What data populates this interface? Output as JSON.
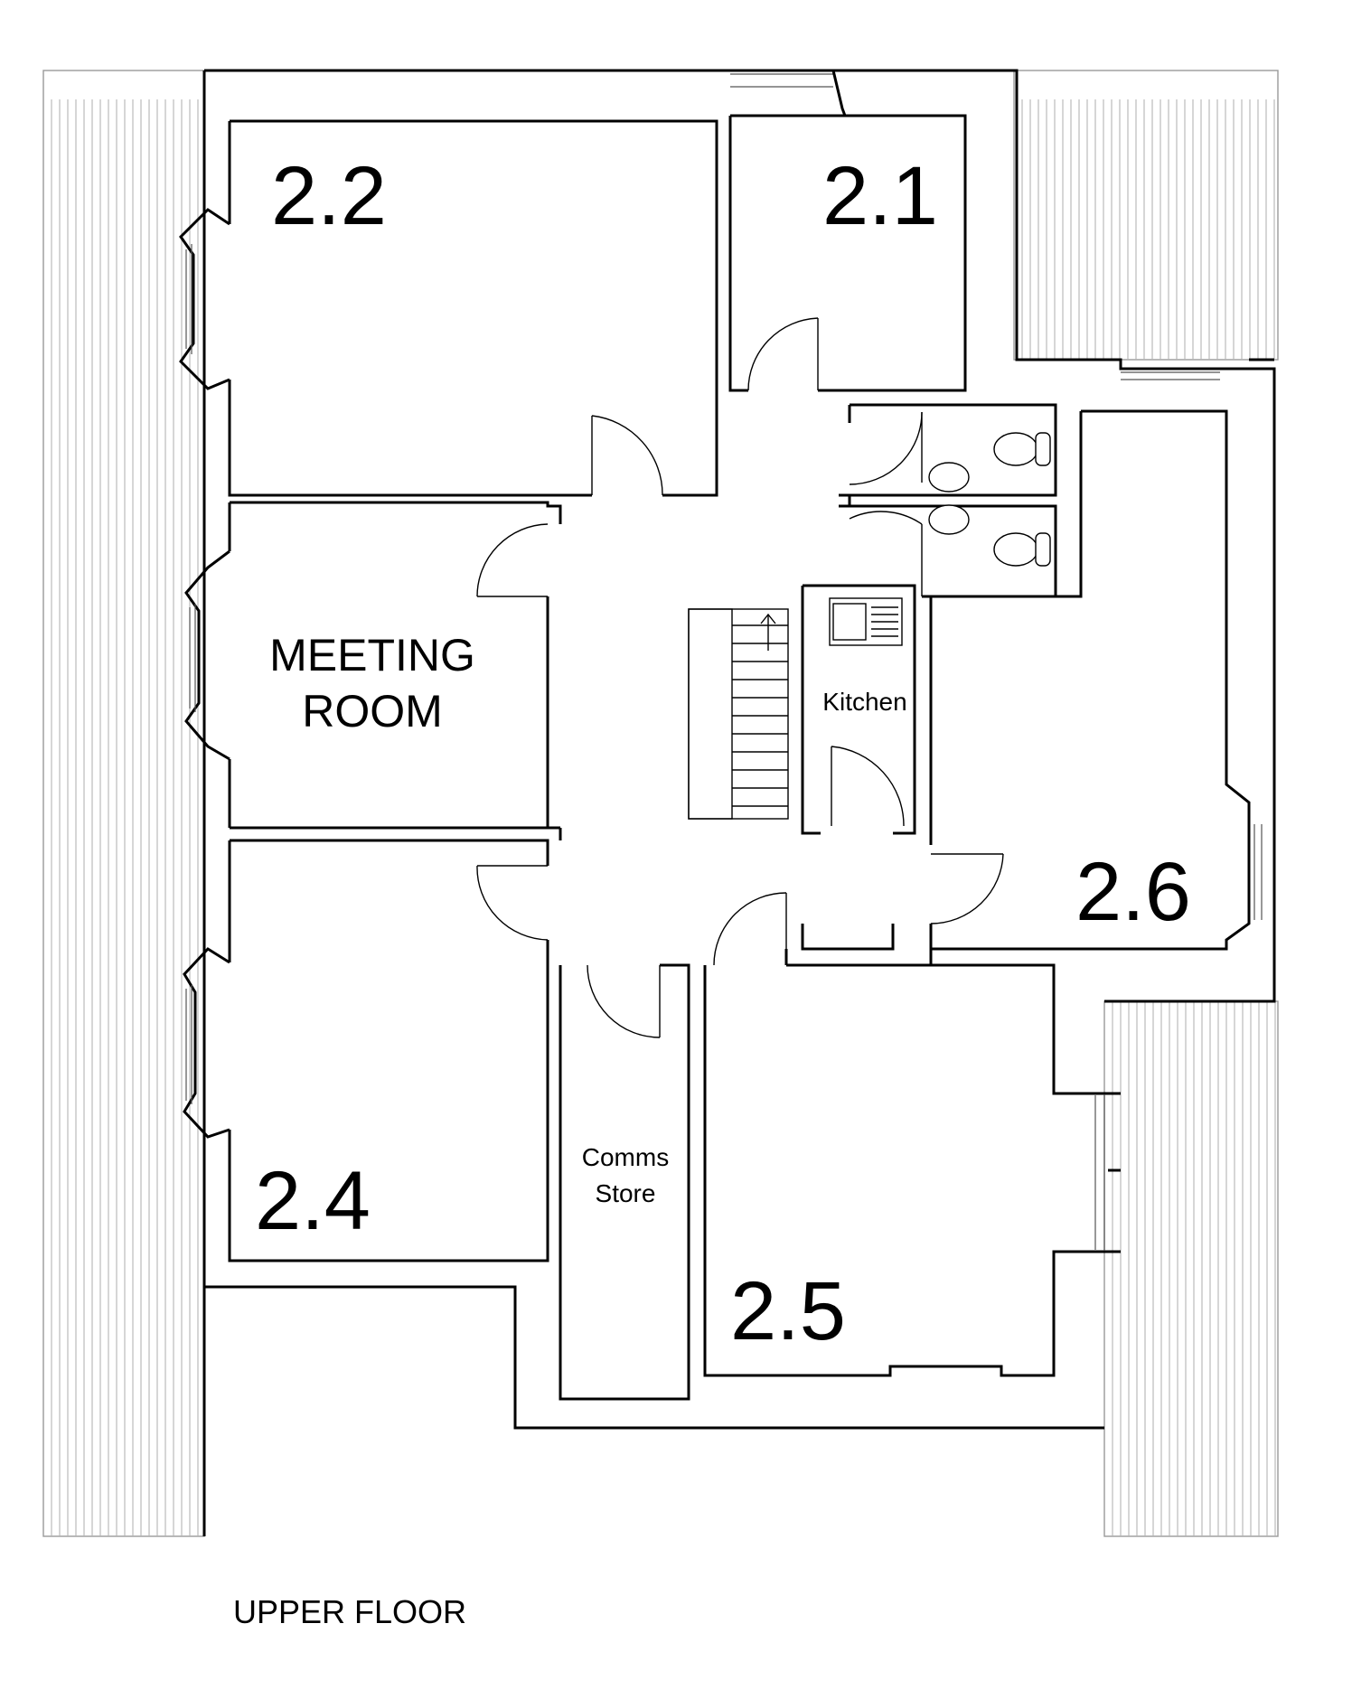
{
  "diagram_type": "floor plan",
  "title": "UPPER FLOOR",
  "rooms": [
    {
      "id": "2.2",
      "label": "2.2"
    },
    {
      "id": "2.1",
      "label": "2.1"
    },
    {
      "id": "meeting",
      "label_lines": [
        "MEETING",
        "ROOM"
      ]
    },
    {
      "id": "kitchen",
      "label": "Kitchen"
    },
    {
      "id": "2.6",
      "label": "2.6"
    },
    {
      "id": "2.4",
      "label": "2.4"
    },
    {
      "id": "comms",
      "label_lines": [
        "Comms",
        "Store"
      ]
    },
    {
      "id": "2.5",
      "label": "2.5"
    }
  ],
  "fixtures": [
    "toilet",
    "toilet",
    "wash-basin",
    "wash-basin",
    "kitchen-sink",
    "staircase"
  ],
  "colors": {
    "walls": "#000000",
    "roof_hatching": "#b5b5b5",
    "background": "#ffffff"
  }
}
